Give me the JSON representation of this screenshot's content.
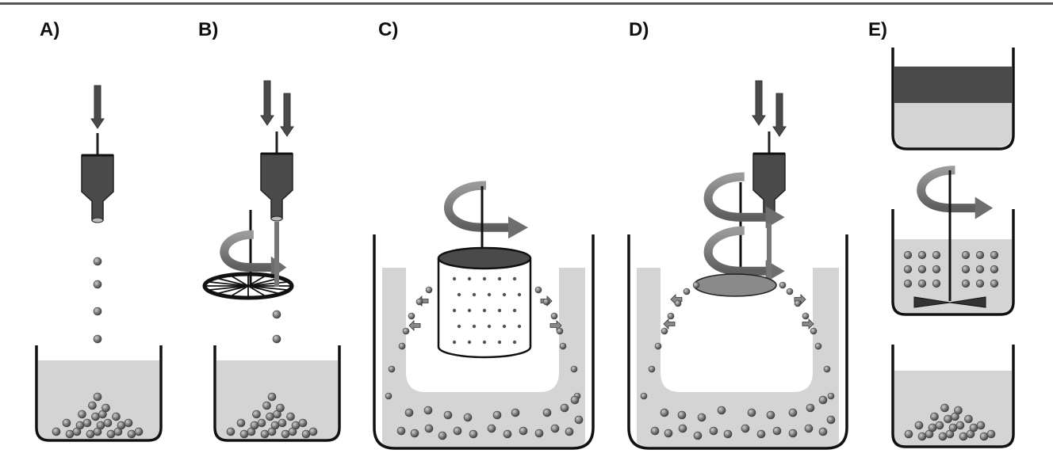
{
  "panels": [
    {
      "id": "A",
      "label": "A)"
    },
    {
      "id": "B",
      "label": "B)"
    },
    {
      "id": "C",
      "label": "C)"
    },
    {
      "id": "D",
      "label": "D)"
    },
    {
      "id": "E",
      "label": "E)"
    }
  ],
  "colors": {
    "rule": "#555555",
    "dark_gray": "#4a4a4a",
    "light_gray": "#d4d4d4",
    "bead": "#6e6e6e",
    "stroke": "#111111",
    "arrow_gray": "#7a7a7a"
  }
}
